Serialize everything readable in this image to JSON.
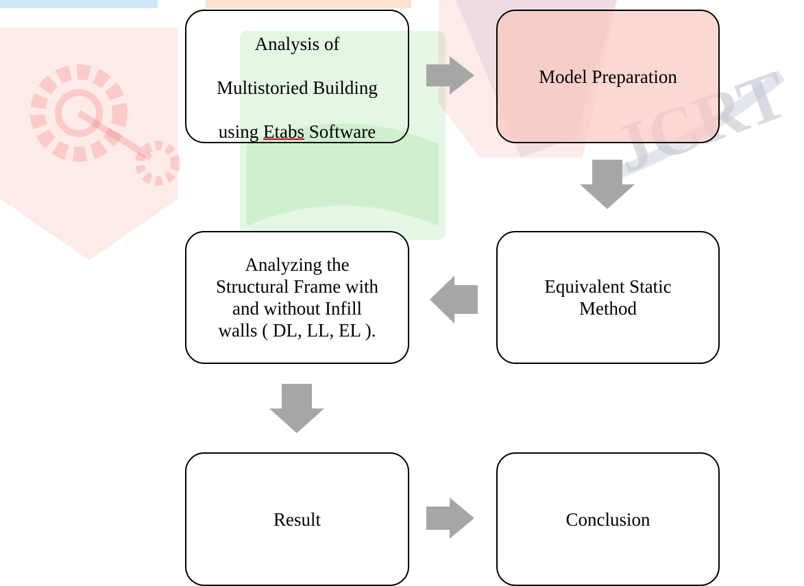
{
  "colors": {
    "box_border": "#000000",
    "box_fill": "#ffffff",
    "highlight_fill": "#f8c7c0",
    "arrow": "#a6a6a6",
    "watermark_red": "#f15a54",
    "watermark_green": "#6ed06a",
    "watermark_blue": "#d8dce8",
    "watermark_orange": "#f9b27c"
  },
  "boxes": {
    "analysis": {
      "line1": "Analysis of",
      "line2": "Multistoried Building",
      "line3_pre": "using ",
      "line3_link": "Etabs",
      "line3_post": " Software"
    },
    "model_preparation": {
      "label": "Model Preparation"
    },
    "equivalent_static": {
      "label": "Equivalent Static\nMethod"
    },
    "analyzing_frame": {
      "label": "Analyzing the\nStructural Frame with\nand without Infill\nwalls ( DL, LL, EL )."
    },
    "result": {
      "label": "Result"
    },
    "conclusion": {
      "label": "Conclusion"
    }
  },
  "watermark": {
    "text": "JCRT",
    "icon": "gear-icon"
  },
  "arrows": [
    {
      "name": "arrow-right-analysis-to-model",
      "direction": "right"
    },
    {
      "name": "arrow-down-model-to-equivalent",
      "direction": "down"
    },
    {
      "name": "arrow-left-equivalent-to-analyzing",
      "direction": "left"
    },
    {
      "name": "arrow-down-analyzing-to-result",
      "direction": "down"
    },
    {
      "name": "arrow-right-result-to-conclusion",
      "direction": "right"
    }
  ]
}
